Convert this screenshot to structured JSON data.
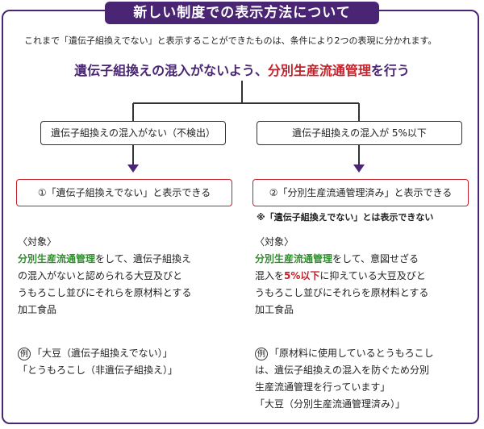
{
  "title": "新しい制度での表示方法について",
  "intro": "これまで「遺伝子組換えでない」と表示することができたものは、条件により2つの表現に分かれます。",
  "headline": {
    "part1": "遺伝子組換えの混入がないよう、",
    "part2": "分別生産流通管理",
    "part3": "を行う"
  },
  "conditions": {
    "left": "遺伝子組換えの混入がない（不検出）",
    "right": "遺伝子組換えの混入が 5%以下"
  },
  "results": {
    "left": "①「遺伝子組換えでない」と表示できる",
    "right": "②「分別生産流通管理済み」と表示できる"
  },
  "note": "※「遺伝子組換えでない」とは表示できない",
  "left_target": {
    "heading": "〈対象〉",
    "green": "分別生産流通管理",
    "line1_rest": "をして、遺伝子組換え",
    "line2": "の混入がないと認められる大豆及びと",
    "line3": "うもろこし並びにそれらを原材料とする",
    "line4": "加工食品"
  },
  "right_target": {
    "heading": "〈対象〉",
    "green": "分別生産流通管理",
    "line1_rest": "をして、意図せざる",
    "line2_pre": "混入を",
    "line2_red": "5%以下",
    "line2_post": "に抑えている大豆及びと",
    "line3": "うもろこし並びにそれらを原材料とする",
    "line4": "加工食品"
  },
  "left_example": {
    "mark": "例",
    "line1": "「大豆（遺伝子組換えでない）」",
    "line2": "「とうもろこし（非遺伝子組換え）」"
  },
  "right_example": {
    "mark": "例",
    "line1": "「原材料に使用しているとうもろこし",
    "line2": "は、遺伝子組換えの混入を防ぐため分別",
    "line3": "生産流通管理を行っています」",
    "line4": "「大豆（分別生産流通管理済み）」"
  },
  "colors": {
    "purple": "#4a2574",
    "red": "#c4222b",
    "green": "#2f8f2c"
  }
}
